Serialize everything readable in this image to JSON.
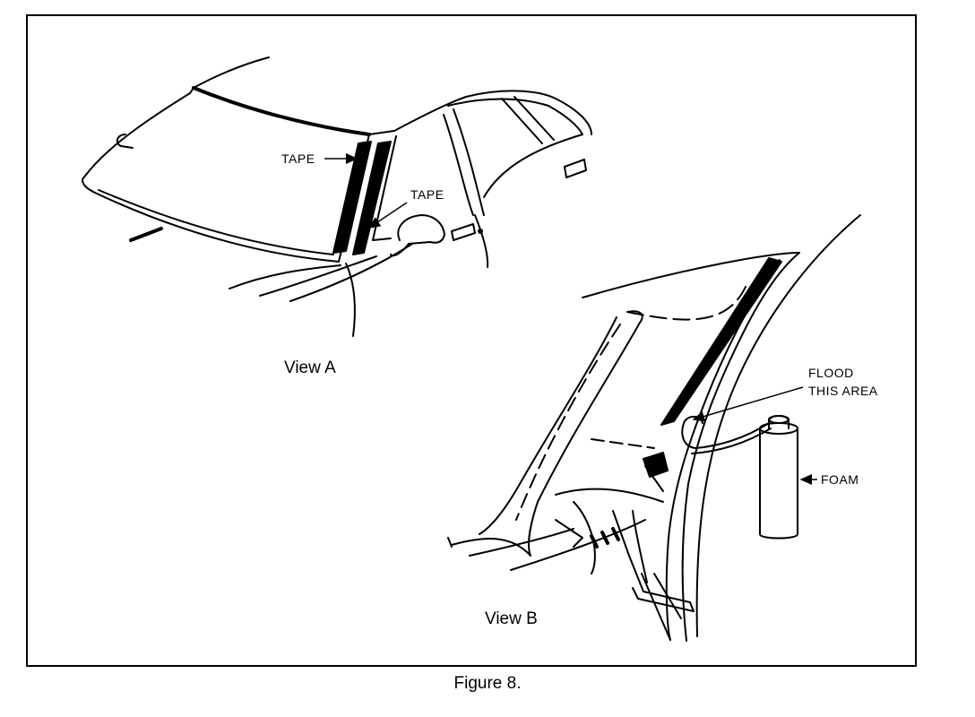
{
  "figure": {
    "caption": "Figure 8.",
    "views": {
      "a": "View A",
      "b": "View B"
    },
    "labels": {
      "tape_left": "TAPE",
      "tape_right": "TAPE",
      "flood_line1": "FLOOD",
      "flood_line2": "THIS AREA",
      "foam": "FOAM"
    }
  }
}
